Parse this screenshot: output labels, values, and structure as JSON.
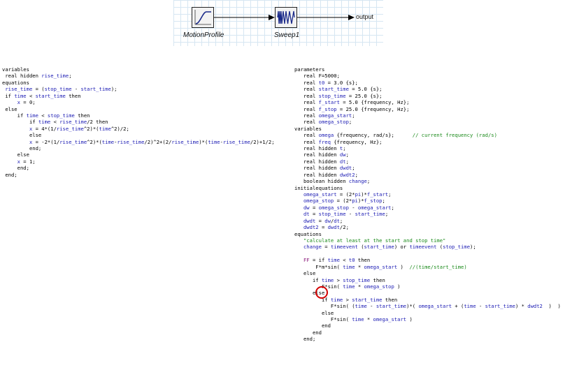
{
  "diagram": {
    "blocks": [
      {
        "label": "MotionProfile"
      },
      {
        "label": "Sweep1"
      }
    ],
    "output_label": "output"
  },
  "left_code": [
    [
      {
        "t": "variables",
        "c": "k"
      }
    ],
    [
      {
        "t": " real hidden ",
        "c": "k"
      },
      {
        "t": "rise_time",
        "c": "v"
      },
      {
        "t": ";",
        "c": "k"
      }
    ],
    [
      {
        "t": "equations",
        "c": "k"
      }
    ],
    [
      {
        "t": " ",
        "c": "k"
      },
      {
        "t": "rise_time",
        "c": "v"
      },
      {
        "t": " = (",
        "c": "k"
      },
      {
        "t": "stop_time",
        "c": "v"
      },
      {
        "t": " - ",
        "c": "k"
      },
      {
        "t": "start_time",
        "c": "v"
      },
      {
        "t": ");",
        "c": "k"
      }
    ],
    [
      {
        "t": " if ",
        "c": "k"
      },
      {
        "t": "time",
        "c": "v"
      },
      {
        "t": " < ",
        "c": "k"
      },
      {
        "t": "start_time",
        "c": "v"
      },
      {
        "t": " then",
        "c": "k"
      }
    ],
    [
      {
        "t": "     ",
        "c": "k"
      },
      {
        "t": "x",
        "c": "v"
      },
      {
        "t": " = 0;",
        "c": "k"
      }
    ],
    [
      {
        "t": " else",
        "c": "k"
      }
    ],
    [
      {
        "t": "     if ",
        "c": "k"
      },
      {
        "t": "time",
        "c": "v"
      },
      {
        "t": " < ",
        "c": "k"
      },
      {
        "t": "stop_time",
        "c": "v"
      },
      {
        "t": " then",
        "c": "k"
      }
    ],
    [
      {
        "t": "         if ",
        "c": "k"
      },
      {
        "t": "time",
        "c": "v"
      },
      {
        "t": " < ",
        "c": "k"
      },
      {
        "t": "rise_time",
        "c": "v"
      },
      {
        "t": "/2 then",
        "c": "k"
      }
    ],
    [
      {
        "t": "         ",
        "c": "k"
      },
      {
        "t": "x",
        "c": "v"
      },
      {
        "t": " = 4*(1/",
        "c": "k"
      },
      {
        "t": "rise_time",
        "c": "v"
      },
      {
        "t": "^2)*(",
        "c": "k"
      },
      {
        "t": "time",
        "c": "v"
      },
      {
        "t": "^2)/2;",
        "c": "k"
      }
    ],
    [
      {
        "t": "         else",
        "c": "k"
      }
    ],
    [
      {
        "t": "         ",
        "c": "k"
      },
      {
        "t": "x",
        "c": "v"
      },
      {
        "t": " = -2*(1/",
        "c": "k"
      },
      {
        "t": "rise_time",
        "c": "v"
      },
      {
        "t": "^2)*(",
        "c": "k"
      },
      {
        "t": "time",
        "c": "v"
      },
      {
        "t": "-",
        "c": "k"
      },
      {
        "t": "rise_time",
        "c": "v"
      },
      {
        "t": "/2)^2+(2/",
        "c": "k"
      },
      {
        "t": "rise_time",
        "c": "v"
      },
      {
        "t": ")*(",
        "c": "k"
      },
      {
        "t": "time",
        "c": "v"
      },
      {
        "t": "-",
        "c": "k"
      },
      {
        "t": "rise_time",
        "c": "v"
      },
      {
        "t": "/2)+1/2;",
        "c": "k"
      }
    ],
    [
      {
        "t": "         end;",
        "c": "k"
      }
    ],
    [
      {
        "t": "     else",
        "c": "k"
      }
    ],
    [
      {
        "t": "     ",
        "c": "k"
      },
      {
        "t": "x",
        "c": "v"
      },
      {
        "t": " = 1;",
        "c": "k"
      }
    ],
    [
      {
        "t": "     end;",
        "c": "k"
      }
    ],
    [
      {
        "t": " end;",
        "c": "k"
      }
    ]
  ],
  "right_code": [
    [
      {
        "t": "parameters",
        "c": "k"
      }
    ],
    [
      {
        "t": "   real F=5000;",
        "c": "k"
      }
    ],
    [
      {
        "t": "   real ",
        "c": "k"
      },
      {
        "t": "t0",
        "c": "v"
      },
      {
        "t": " = 3.0 {s};",
        "c": "k"
      }
    ],
    [
      {
        "t": "   real ",
        "c": "k"
      },
      {
        "t": "start_time",
        "c": "v"
      },
      {
        "t": " = 5.0 {s};",
        "c": "k"
      }
    ],
    [
      {
        "t": "   real ",
        "c": "k"
      },
      {
        "t": "stop_time",
        "c": "v"
      },
      {
        "t": " = 25.0 {s};",
        "c": "k"
      }
    ],
    [
      {
        "t": "   real ",
        "c": "k"
      },
      {
        "t": "f_start",
        "c": "v"
      },
      {
        "t": " = 5.0 {frequency, Hz};",
        "c": "k"
      }
    ],
    [
      {
        "t": "   real ",
        "c": "k"
      },
      {
        "t": "f_stop",
        "c": "v"
      },
      {
        "t": " = 25.0 {frequency, Hz};",
        "c": "k"
      }
    ],
    [
      {
        "t": "   real ",
        "c": "k"
      },
      {
        "t": "omega_start",
        "c": "v"
      },
      {
        "t": ";",
        "c": "k"
      }
    ],
    [
      {
        "t": "   real ",
        "c": "k"
      },
      {
        "t": "omega_stop",
        "c": "v"
      },
      {
        "t": ";",
        "c": "k"
      }
    ],
    [
      {
        "t": "variables",
        "c": "k"
      }
    ],
    [
      {
        "t": "   real ",
        "c": "k"
      },
      {
        "t": "omega",
        "c": "v"
      },
      {
        "t": " {frequency, rad/s};      ",
        "c": "k"
      },
      {
        "t": "// current frequency (rad/s)",
        "c": "c"
      }
    ],
    [
      {
        "t": "   real ",
        "c": "k"
      },
      {
        "t": "freq",
        "c": "v"
      },
      {
        "t": " {frequency, Hz};",
        "c": "k"
      }
    ],
    [
      {
        "t": "   real hidden ",
        "c": "k"
      },
      {
        "t": "t",
        "c": "v"
      },
      {
        "t": ";",
        "c": "k"
      }
    ],
    [
      {
        "t": "   real hidden ",
        "c": "k"
      },
      {
        "t": "dw",
        "c": "v"
      },
      {
        "t": ";",
        "c": "k"
      }
    ],
    [
      {
        "t": "   real hidden ",
        "c": "k"
      },
      {
        "t": "dt",
        "c": "v"
      },
      {
        "t": ";",
        "c": "k"
      }
    ],
    [
      {
        "t": "   real hidden ",
        "c": "k"
      },
      {
        "t": "dwdt",
        "c": "v"
      },
      {
        "t": ";",
        "c": "k"
      }
    ],
    [
      {
        "t": "   real hidden ",
        "c": "k"
      },
      {
        "t": "dwdt2",
        "c": "v"
      },
      {
        "t": ";",
        "c": "k"
      }
    ],
    [
      {
        "t": "   boolean hidden ",
        "c": "k"
      },
      {
        "t": "change",
        "c": "v"
      },
      {
        "t": ";",
        "c": "k"
      }
    ],
    [
      {
        "t": "initialequations",
        "c": "k"
      }
    ],
    [
      {
        "t": "   ",
        "c": "k"
      },
      {
        "t": "omega_start",
        "c": "v"
      },
      {
        "t": " = (2*",
        "c": "k"
      },
      {
        "t": "pi",
        "c": "v"
      },
      {
        "t": ")*",
        "c": "k"
      },
      {
        "t": "f_start",
        "c": "v"
      },
      {
        "t": ";",
        "c": "k"
      }
    ],
    [
      {
        "t": "   ",
        "c": "k"
      },
      {
        "t": "omega_stop",
        "c": "v"
      },
      {
        "t": " = (2*",
        "c": "k"
      },
      {
        "t": "pi",
        "c": "v"
      },
      {
        "t": ")*",
        "c": "k"
      },
      {
        "t": "f_stop",
        "c": "v"
      },
      {
        "t": ";",
        "c": "k"
      }
    ],
    [
      {
        "t": "   ",
        "c": "k"
      },
      {
        "t": "dw",
        "c": "v"
      },
      {
        "t": " = ",
        "c": "k"
      },
      {
        "t": "omega_stop",
        "c": "v"
      },
      {
        "t": " - ",
        "c": "k"
      },
      {
        "t": "omega_start",
        "c": "v"
      },
      {
        "t": ";",
        "c": "k"
      }
    ],
    [
      {
        "t": "   ",
        "c": "k"
      },
      {
        "t": "dt",
        "c": "v"
      },
      {
        "t": " = ",
        "c": "k"
      },
      {
        "t": "stop_time",
        "c": "v"
      },
      {
        "t": " - ",
        "c": "k"
      },
      {
        "t": "start_time",
        "c": "v"
      },
      {
        "t": ";",
        "c": "k"
      }
    ],
    [
      {
        "t": "   ",
        "c": "k"
      },
      {
        "t": "dwdt",
        "c": "v"
      },
      {
        "t": " = ",
        "c": "k"
      },
      {
        "t": "dw",
        "c": "v"
      },
      {
        "t": "/",
        "c": "k"
      },
      {
        "t": "dt",
        "c": "v"
      },
      {
        "t": ";",
        "c": "k"
      }
    ],
    [
      {
        "t": "   ",
        "c": "k"
      },
      {
        "t": "dwdt2",
        "c": "v"
      },
      {
        "t": " = ",
        "c": "k"
      },
      {
        "t": "dwdt",
        "c": "v"
      },
      {
        "t": "/2;",
        "c": "k"
      }
    ],
    [
      {
        "t": "equations",
        "c": "k"
      }
    ],
    [
      {
        "t": "   ",
        "c": "k"
      },
      {
        "t": "\"calculate at least at the start and stop time\"",
        "c": "s"
      }
    ],
    [
      {
        "t": "   ",
        "c": "k"
      },
      {
        "t": "change",
        "c": "v"
      },
      {
        "t": " = ",
        "c": "k"
      },
      {
        "t": "timeevent",
        "c": "v"
      },
      {
        "t": " (",
        "c": "k"
      },
      {
        "t": "start_time",
        "c": "v"
      },
      {
        "t": ") or ",
        "c": "k"
      },
      {
        "t": "timeevent",
        "c": "v"
      },
      {
        "t": " (",
        "c": "k"
      },
      {
        "t": "stop_time",
        "c": "v"
      },
      {
        "t": ");",
        "c": "k"
      }
    ],
    [
      {
        "t": "",
        "c": "k"
      }
    ],
    [
      {
        "t": "   ",
        "c": "k"
      },
      {
        "t": "FF",
        "c": "p"
      },
      {
        "t": " = if ",
        "c": "k"
      },
      {
        "t": "time",
        "c": "v"
      },
      {
        "t": " < ",
        "c": "k"
      },
      {
        "t": "t0",
        "c": "v"
      },
      {
        "t": " then",
        "c": "k"
      }
    ],
    [
      {
        "t": "       F*m*sin( ",
        "c": "k"
      },
      {
        "t": "time",
        "c": "v"
      },
      {
        "t": " * ",
        "c": "k"
      },
      {
        "t": "omega_start",
        "c": "v"
      },
      {
        "t": " )  ",
        "c": "k"
      },
      {
        "t": "//(time/start_time)",
        "c": "c"
      }
    ],
    [
      {
        "t": "   else",
        "c": "k"
      }
    ],
    [
      {
        "t": "      if ",
        "c": "k"
      },
      {
        "t": "time",
        "c": "v"
      },
      {
        "t": " > ",
        "c": "k"
      },
      {
        "t": "stop_time",
        "c": "v"
      },
      {
        "t": " then",
        "c": "k"
      }
    ],
    [
      {
        "t": "         F*sin( ",
        "c": "k"
      },
      {
        "t": "time",
        "c": "v"
      },
      {
        "t": " * ",
        "c": "k"
      },
      {
        "t": "omega_stop",
        "c": "v"
      },
      {
        "t": " )",
        "c": "k"
      }
    ],
    [
      {
        "t": "      else",
        "c": "k"
      }
    ],
    [
      {
        "t": "         if ",
        "c": "k"
      },
      {
        "t": "time",
        "c": "v"
      },
      {
        "t": " > ",
        "c": "k"
      },
      {
        "t": "start_time",
        "c": "v"
      },
      {
        "t": " then",
        "c": "k"
      }
    ],
    [
      {
        "t": "            F*sin( (",
        "c": "k"
      },
      {
        "t": "time",
        "c": "v"
      },
      {
        "t": " - ",
        "c": "k"
      },
      {
        "t": "start_time",
        "c": "v"
      },
      {
        "t": ")*( ",
        "c": "k"
      },
      {
        "t": "omega_start",
        "c": "v"
      },
      {
        "t": " + (",
        "c": "k"
      },
      {
        "t": "time",
        "c": "v"
      },
      {
        "t": " - ",
        "c": "k"
      },
      {
        "t": "start_time",
        "c": "v"
      },
      {
        "t": ") * ",
        "c": "k"
      },
      {
        "t": "dwdt2",
        "c": "v"
      },
      {
        "t": "  )  )",
        "c": "k"
      }
    ],
    [
      {
        "t": "         else",
        "c": "k"
      }
    ],
    [
      {
        "t": "            F*sin( ",
        "c": "k"
      },
      {
        "t": "time",
        "c": "v"
      },
      {
        "t": " * ",
        "c": "k"
      },
      {
        "t": "omega_start",
        "c": "v"
      },
      {
        "t": " )",
        "c": "k"
      }
    ],
    [
      {
        "t": "         end",
        "c": "k"
      }
    ],
    [
      {
        "t": "      end",
        "c": "k"
      }
    ],
    [
      {
        "t": "   end;",
        "c": "k"
      }
    ]
  ]
}
